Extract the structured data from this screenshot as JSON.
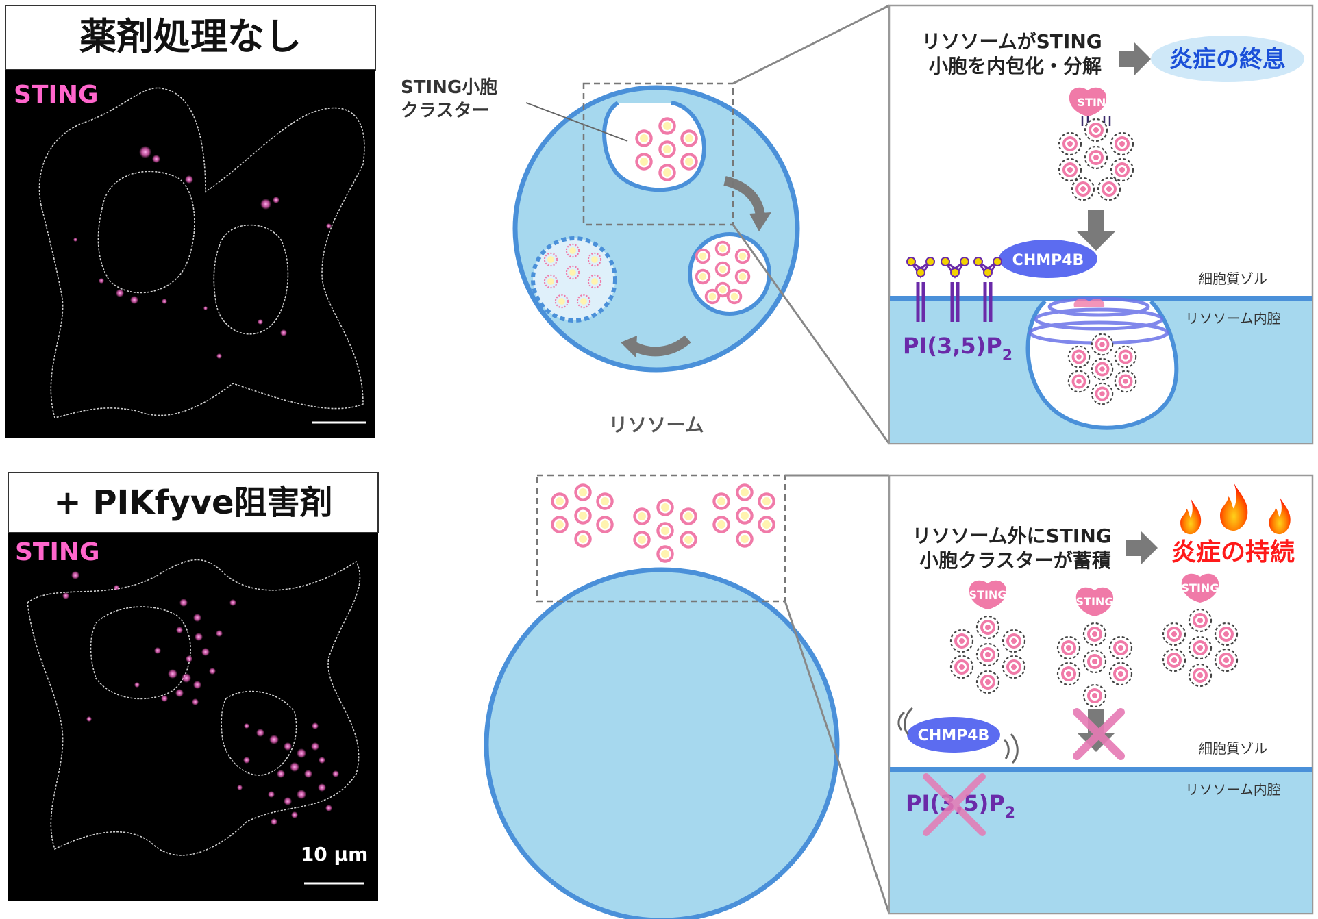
{
  "top_panel": {
    "title": "薬剤処理なし",
    "channel_label": "STING",
    "cluster_callout": [
      "STING小胞",
      "クラスター"
    ],
    "lysosome_label": "リソソーム",
    "zoom": {
      "caption": [
        "リソソームがSTING",
        "小胞を内包化・分解"
      ],
      "outcome": "炎症の終息",
      "sting_tag": "STING",
      "chmp4b": "CHMP4B",
      "lipid": {
        "base": "PI(3,5)P",
        "sub": "2"
      },
      "cytosol": "細胞質ゾル",
      "lumen": "リソソーム内腔"
    }
  },
  "bottom_panel": {
    "title": "+ PIKfyve阻害剤",
    "channel_label": "STING",
    "scale_label": "10 μm",
    "zoom": {
      "caption": [
        "リソソーム外にSTING",
        "小胞クラスターが蓄積"
      ],
      "outcome": "炎症の持続",
      "sting_tag": "STING",
      "chmp4b": "CHMP4B",
      "lipid": {
        "base": "PI(3,5)P",
        "sub": "2"
      },
      "cytosol": "細胞質ゾル",
      "lumen": "リソソーム内腔"
    }
  },
  "colors": {
    "lysosome_fill": "#a6d8ee",
    "lysosome_stroke": "#4a90d9",
    "vesicle_pink": "#f07aa8",
    "vesicle_core": "#fff3b0",
    "sting_magenta": "#ff66cc",
    "chmp4b_fill": "#5c6cf0",
    "pip_purple": "#6a2aa8",
    "outcome_blue_text": "#1a4fd8",
    "outcome_blue_bg": "#cfe8f8",
    "outcome_red_text": "#ff1a1a",
    "arrow_gray": "#7a7a7a",
    "cross_pink": "#e67ab4"
  },
  "icons": [
    "flame-icon",
    "down-arrow-icon",
    "right-arrow-icon",
    "cross-icon",
    "curved-arrow-icon"
  ]
}
